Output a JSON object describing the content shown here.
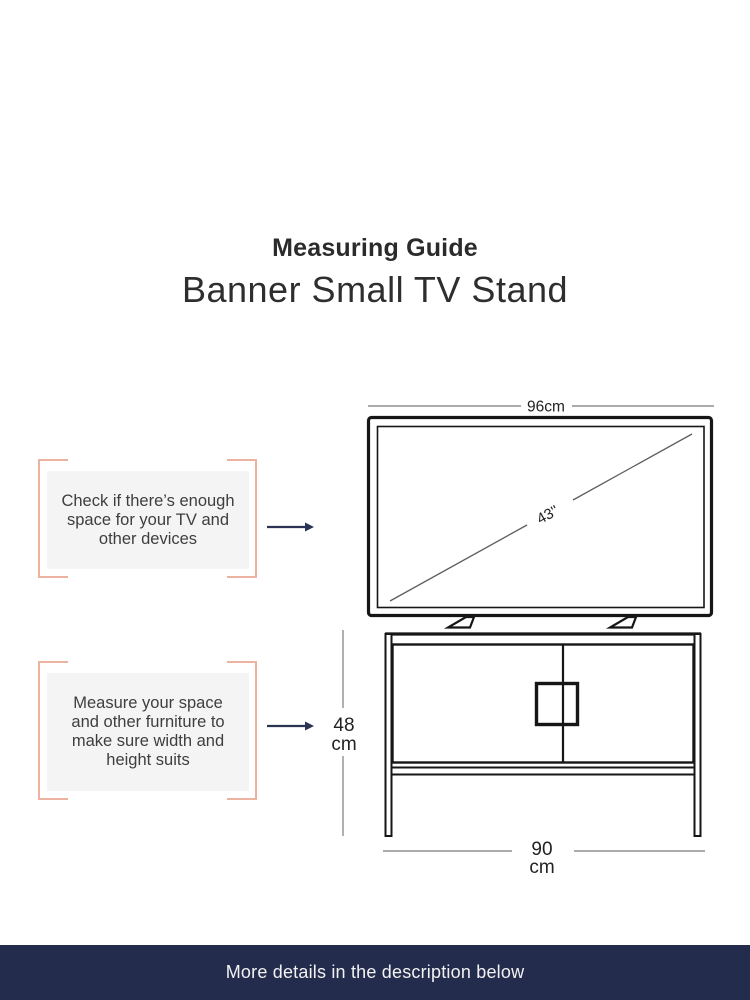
{
  "header": {
    "title": "Measuring Guide",
    "subtitle": "Banner Small TV Stand"
  },
  "diagram": {
    "tv_width_label": "96cm",
    "tv_diagonal_label": "43''",
    "stand_height_value": "48",
    "stand_height_unit": "cm",
    "stand_width_value": "90",
    "stand_width_unit": "cm"
  },
  "callouts": [
    {
      "lines": [
        "Check if there’s enough",
        "space for your TV and",
        "other devices"
      ]
    },
    {
      "lines": [
        "Measure your space",
        "and other furniture to",
        "make sure width and",
        "height suits"
      ]
    }
  ],
  "footer": {
    "note": "More details in the description below"
  },
  "colors": {
    "accent_bracket": "#ecb3a0",
    "navy": "#232c4c",
    "panel_gray": "#f4f4f4",
    "line_ink": "#161616",
    "dimension_gray": "#8f8f8f"
  }
}
